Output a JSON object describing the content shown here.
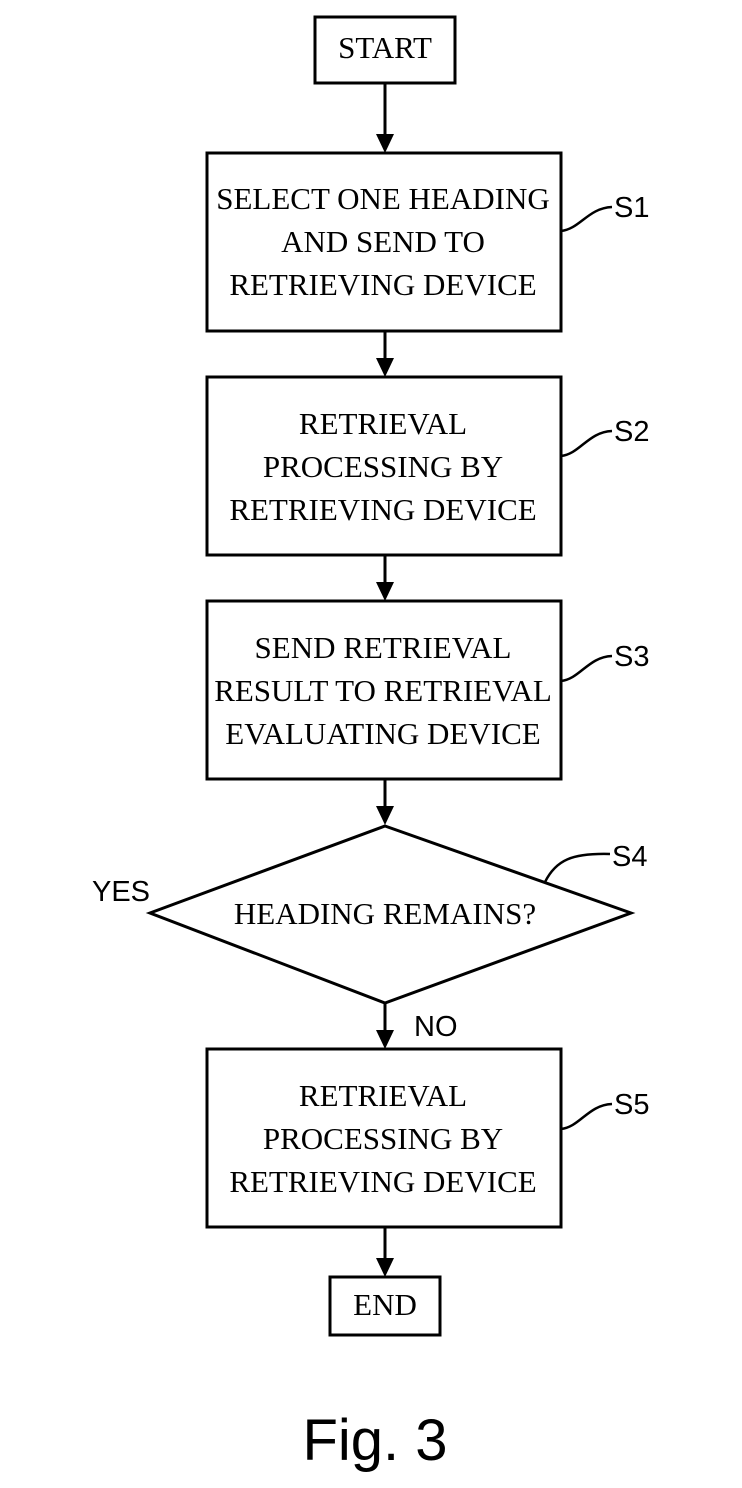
{
  "flowchart": {
    "start": "START",
    "end": "END",
    "steps": [
      {
        "id": "S1",
        "lines": [
          "SELECT ONE HEADING",
          "AND SEND TO",
          "RETRIEVING DEVICE"
        ]
      },
      {
        "id": "S2",
        "lines": [
          "RETRIEVAL",
          "PROCESSING BY",
          "RETRIEVING DEVICE"
        ]
      },
      {
        "id": "S3",
        "lines": [
          "SEND RETRIEVAL",
          "RESULT TO RETRIEVAL",
          "EVALUATING DEVICE"
        ]
      },
      {
        "id": "S5",
        "lines": [
          "RETRIEVAL",
          "PROCESSING BY",
          "RETRIEVING DEVICE"
        ]
      }
    ],
    "decision": {
      "id": "S4",
      "text": "HEADING REMAINS?",
      "yes_label": "YES",
      "no_label": "NO"
    }
  },
  "caption": "Fig. 3"
}
